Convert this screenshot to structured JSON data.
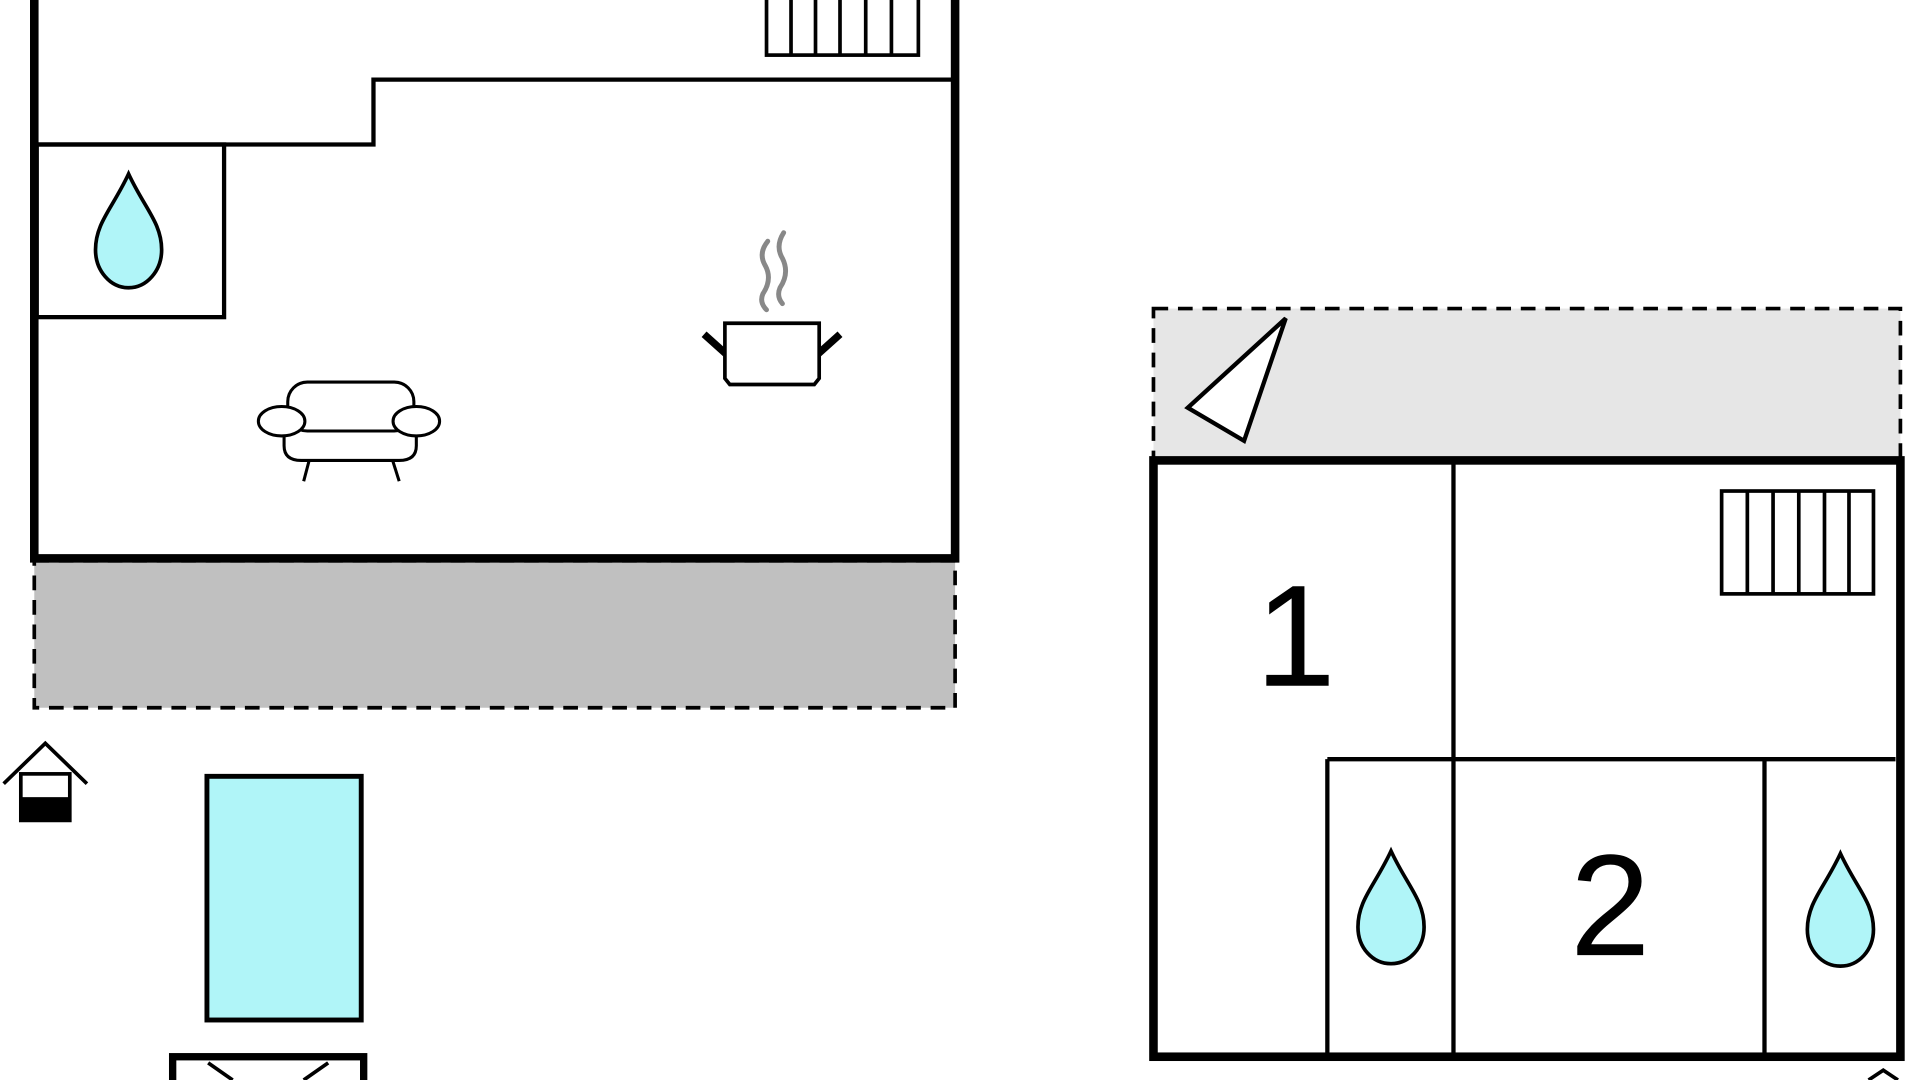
{
  "floor_plan": {
    "colors": {
      "outline": "#000000",
      "water": "#b0f5f8",
      "terrace_dark": "#c0c0c0",
      "terrace_light": "#e6e6e6",
      "steam": "#888888",
      "background": "#ffffff"
    },
    "rooms": [
      {
        "label": "1"
      },
      {
        "label": "2"
      }
    ],
    "icons": [
      "bathroom-water-drop-icon",
      "sofa-icon",
      "kitchen-pot-icon",
      "stairs-icon",
      "terrace-area",
      "pool",
      "parking-icon",
      "window-icon"
    ]
  }
}
